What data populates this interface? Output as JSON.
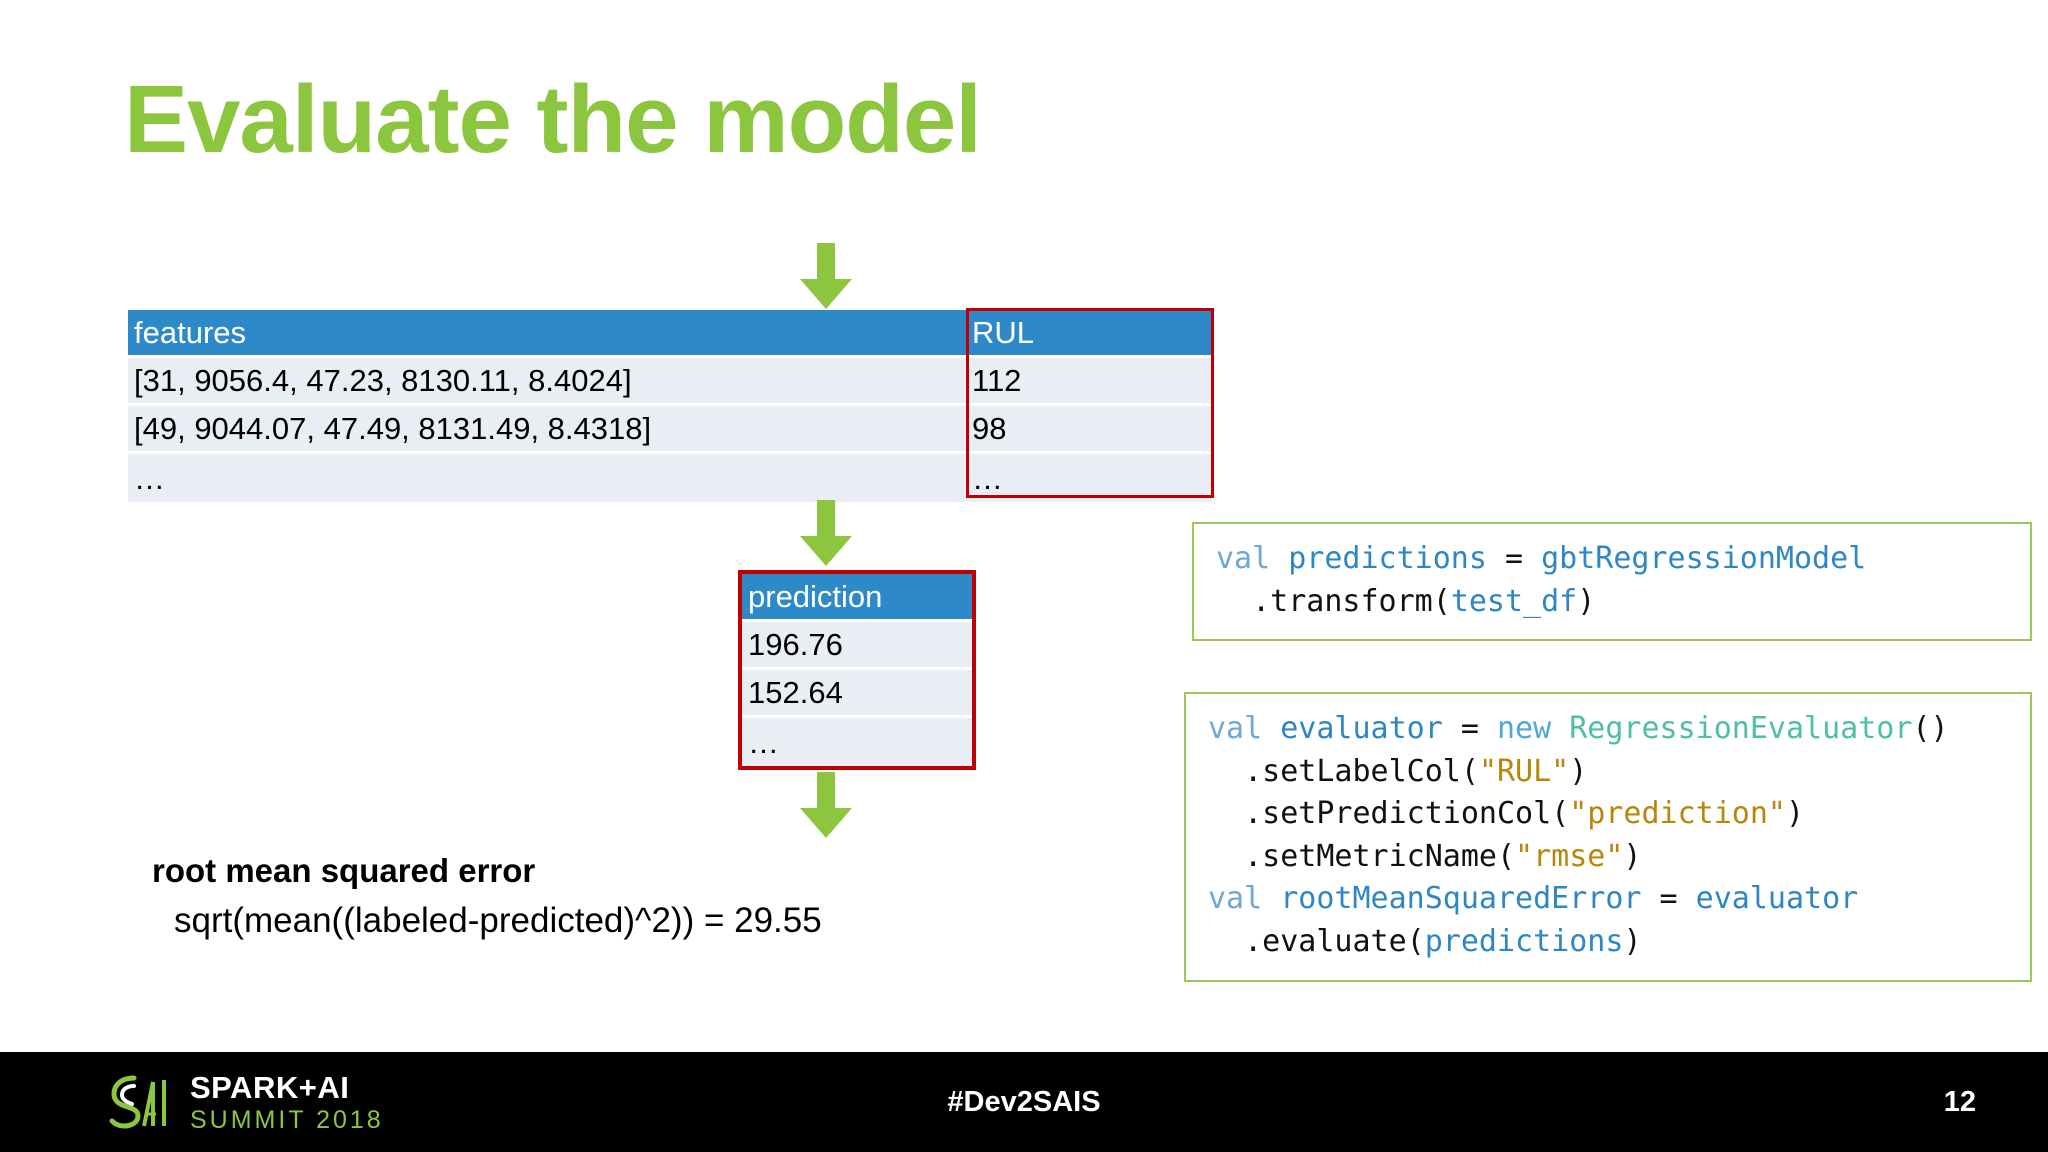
{
  "slide": {
    "title": "Evaluate the model"
  },
  "features_table": {
    "headers": [
      "features",
      "RUL"
    ],
    "rows": [
      [
        "[31, 9056.4, 47.23, 8130.11, 8.4024]",
        "112"
      ],
      [
        "[49, 9044.07, 47.49, 8131.49, 8.4318]",
        "98"
      ],
      [
        "…",
        "…"
      ]
    ],
    "highlight_color": "#C00000",
    "header_color": "#2E89C9",
    "row_color": "#E9EDF4"
  },
  "prediction_table": {
    "header": "prediction",
    "rows": [
      "196.76",
      "152.64",
      "…"
    ],
    "highlight_color": "#C00000"
  },
  "arrows": {
    "color": "#8CC63F",
    "names": [
      "arrow-into-features-table",
      "arrow-to-prediction-table",
      "arrow-to-rmse"
    ]
  },
  "rmse": {
    "title": "root mean squared error",
    "formula": "sqrt(mean((labeled-predicted)^2)) = 29.55",
    "value": "29.55"
  },
  "code_box_1": {
    "border_color": "#9DC659",
    "lines": [
      [
        {
          "t": "val ",
          "c": "k-val"
        },
        {
          "t": "predictions ",
          "c": "ident"
        },
        {
          "t": "= ",
          "c": "plain"
        },
        {
          "t": "gbtRegressionModel",
          "c": "ident"
        }
      ],
      [
        {
          "t": "  .transform(",
          "c": "plain"
        },
        {
          "t": "test_df",
          "c": "ident"
        },
        {
          "t": ")",
          "c": "plain"
        }
      ]
    ]
  },
  "code_box_2": {
    "border_color": "#9DC659",
    "lines": [
      [
        {
          "t": "val ",
          "c": "k-val"
        },
        {
          "t": "evaluator ",
          "c": "ident"
        },
        {
          "t": "= ",
          "c": "plain"
        },
        {
          "t": "new ",
          "c": "k-new"
        },
        {
          "t": "RegressionEvaluator",
          "c": "cls"
        },
        {
          "t": "()",
          "c": "plain"
        }
      ],
      [
        {
          "t": "  .setLabelCol(",
          "c": "plain"
        },
        {
          "t": "\"RUL\"",
          "c": "str"
        },
        {
          "t": ")",
          "c": "plain"
        }
      ],
      [
        {
          "t": "  .setPredictionCol(",
          "c": "plain"
        },
        {
          "t": "\"prediction\"",
          "c": "str"
        },
        {
          "t": ")",
          "c": "plain"
        }
      ],
      [
        {
          "t": "  .setMetricName(",
          "c": "plain"
        },
        {
          "t": "\"rmse\"",
          "c": "str"
        },
        {
          "t": ")",
          "c": "plain"
        }
      ],
      [
        {
          "t": "val ",
          "c": "k-val"
        },
        {
          "t": "rootMeanSquaredError ",
          "c": "ident"
        },
        {
          "t": "= ",
          "c": "plain"
        },
        {
          "t": "evaluator",
          "c": "ident"
        }
      ],
      [
        {
          "t": "  .evaluate(",
          "c": "plain"
        },
        {
          "t": "predictions",
          "c": "ident"
        },
        {
          "t": ")",
          "c": "plain"
        }
      ]
    ]
  },
  "footer": {
    "logo_line1": "SPARK+AI",
    "logo_line2": "SUMMIT 2018",
    "hashtag": "#Dev2SAIS",
    "page_number": "12",
    "background": "#000000",
    "accent": "#8CC63F"
  }
}
